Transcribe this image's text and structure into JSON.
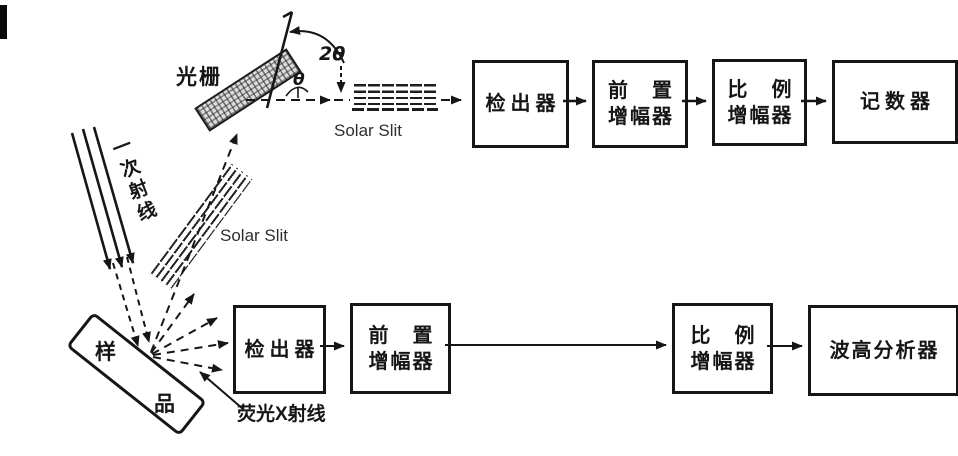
{
  "diagram": {
    "colors": {
      "line": "#1c1c1c",
      "background": "#ffffff"
    },
    "grating_label": "光栅",
    "angle_2theta": "2θ",
    "angle_theta": "θ",
    "solar_slit_top": "Solar Slit",
    "solar_slit_diagonal": "Solar Slit",
    "primary_ray_label": "一次射线",
    "fluorescent_label": "荧光X射线",
    "sample_char_top": "样",
    "sample_char_bottom": "品",
    "top_chain": {
      "detector": "检出器",
      "preamp_line1": "前　置",
      "preamp_line2": "增幅器",
      "prop_amp_line1": "比　例",
      "prop_amp_line2": "增幅器",
      "counter": "记数器"
    },
    "bottom_chain": {
      "detector": "检出器",
      "preamp_line1": "前　置",
      "preamp_line2": "增幅器",
      "prop_amp_line1": "比　例",
      "prop_amp_line2": "增幅器",
      "pulse_height_analyzer": "波高分析器"
    }
  }
}
